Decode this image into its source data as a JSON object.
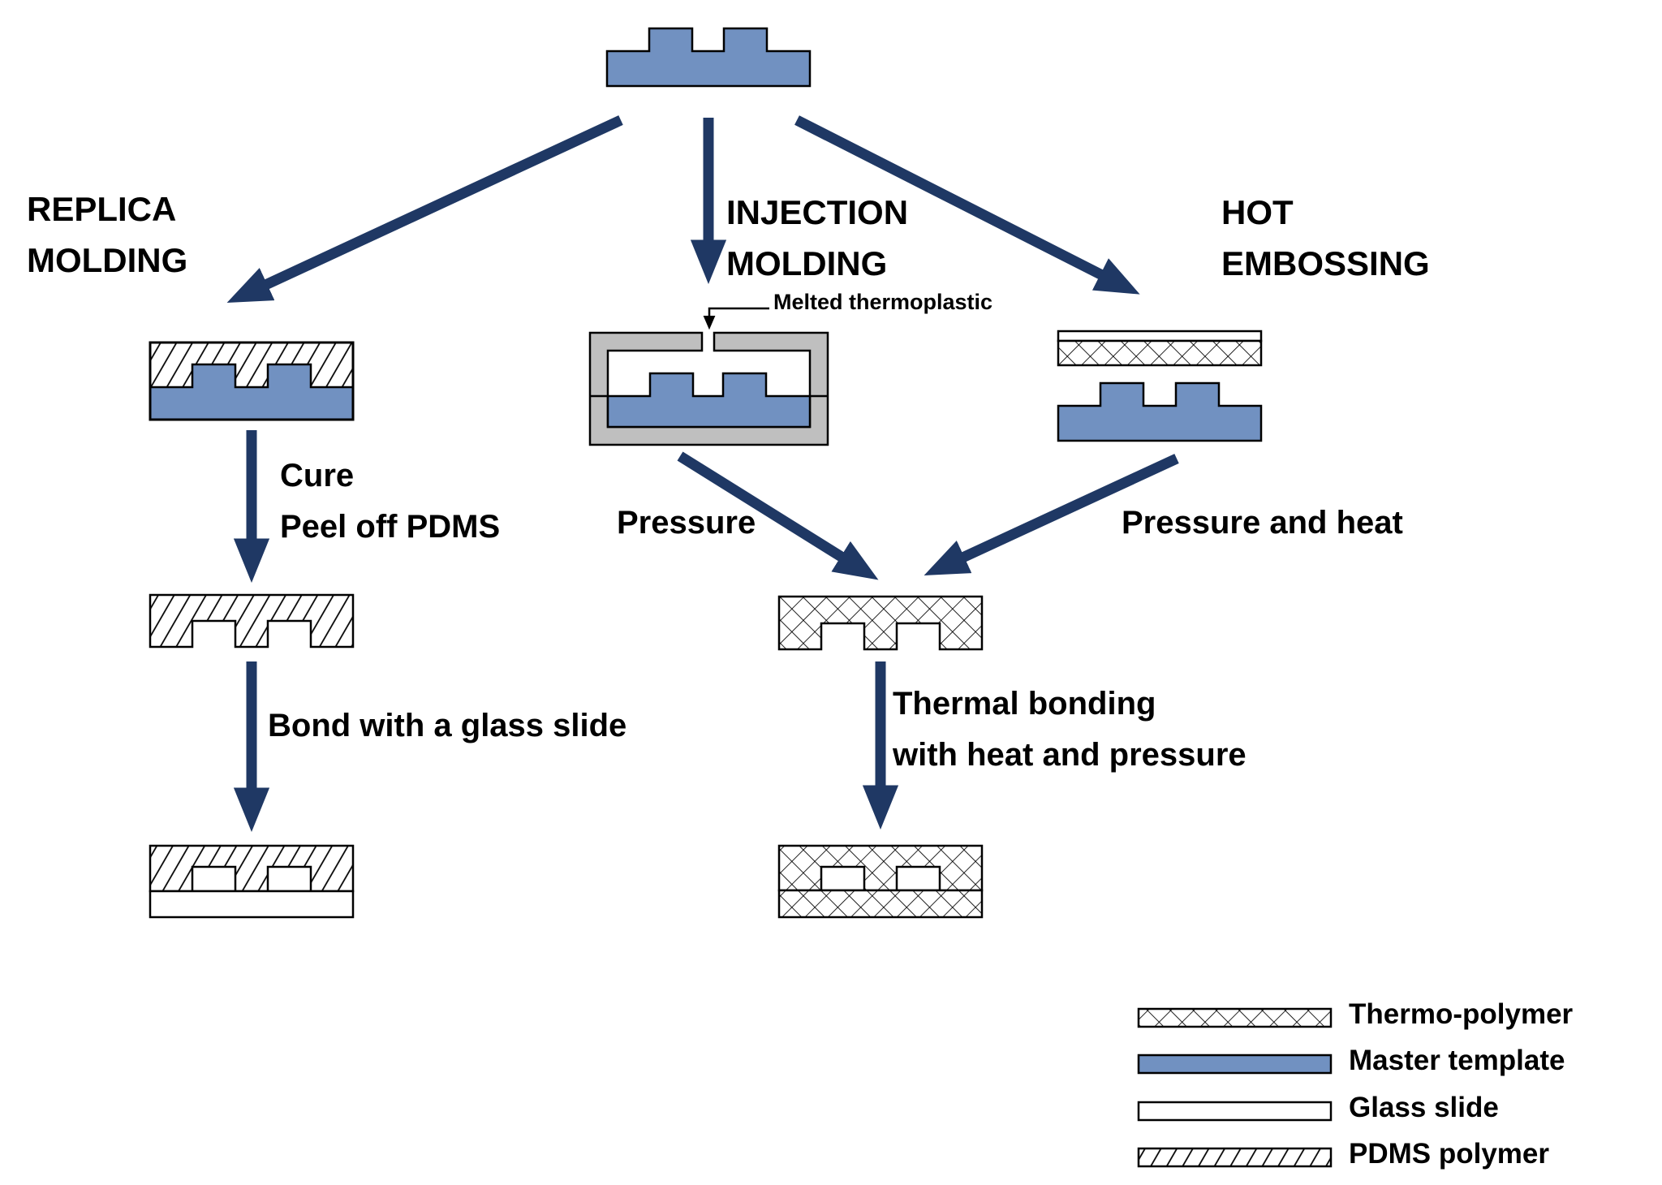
{
  "colors": {
    "master_blue": "#7191c1",
    "arrow_navy": "#1f3864",
    "mold_gray": "#bfbfbf",
    "line_black": "#000000",
    "background": "#ffffff"
  },
  "branches": {
    "replica": {
      "line1": "REPLICA",
      "line2": "MOLDING"
    },
    "injection": {
      "line1": "INJECTION",
      "line2": "MOLDING"
    },
    "hot_embossing": {
      "line1": "HOT",
      "line2": "EMBOSSING"
    }
  },
  "steps": {
    "melted_thermoplastic": "Melted thermoplastic",
    "cure": "Cure",
    "peel": "Peel off PDMS",
    "bond": "Bond with a glass slide",
    "pressure": "Pressure",
    "pressure_heat": "Pressure and heat",
    "thermal_line1": "Thermal bonding",
    "thermal_line2": "with heat and pressure"
  },
  "legend": {
    "items": [
      {
        "label": "Thermo-polymer",
        "swatch": "crosshatch"
      },
      {
        "label": "Master template",
        "swatch": "solid-blue"
      },
      {
        "label": "Glass slide",
        "swatch": "white"
      },
      {
        "label": "PDMS polymer",
        "swatch": "diagonal-hatch"
      }
    ]
  }
}
